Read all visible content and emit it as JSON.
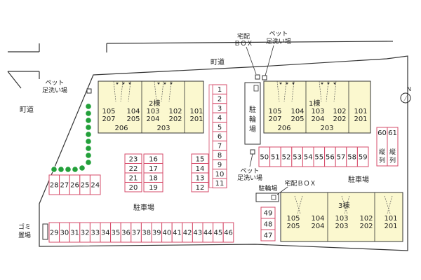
{
  "roads": {
    "top": "町道",
    "left": "町道"
  },
  "labels": {
    "pet_wash_topleft": [
      "ペット",
      "足洗い場"
    ],
    "pet_wash_top": [
      "ペット",
      "足洗い場"
    ],
    "pet_wash_mid": [
      "ペット",
      "足洗い場"
    ],
    "delivery_box_top": [
      "宅配",
      "ＢＯＸ"
    ],
    "delivery_box_mid": "宅配ＢＯＸ",
    "bicycle_parking_main": [
      "駐",
      "輪",
      "場"
    ],
    "bicycle_parking_small": "駐輪場",
    "parking_center": "駐車場",
    "parking_right": "駐車場",
    "garbage": [
      "ゴミ",
      "置場"
    ],
    "vertical_parking": [
      "縦",
      "列"
    ]
  },
  "buildings": {
    "building2": {
      "name": "2棟",
      "upper_units": [
        "105",
        "104",
        "103",
        "102",
        "101"
      ],
      "lower_units": [
        "207",
        "205",
        "204",
        "202",
        "201"
      ],
      "extra_units": [
        "206",
        "203"
      ]
    },
    "building1": {
      "name": "1棟",
      "upper_units": [
        "105",
        "104",
        "103",
        "102",
        "101"
      ],
      "lower_units": [
        "207",
        "205",
        "204",
        "202",
        "201"
      ],
      "extra_units": [
        "206",
        "203"
      ]
    },
    "building3": {
      "name": "3棟",
      "upper_units": [
        "105",
        "104",
        "103",
        "102",
        "101"
      ],
      "lower_units": [
        "205",
        "204",
        "203",
        "202",
        "201"
      ]
    }
  },
  "parking": {
    "col_1_11": [
      "1",
      "2",
      "3",
      "4",
      "5",
      "6",
      "7",
      "8",
      "9",
      "10",
      "11"
    ],
    "col_12_15": [
      "15",
      "14",
      "13",
      "12"
    ],
    "col_16_19": [
      "16",
      "17",
      "18",
      "19"
    ],
    "col_20_23": [
      "23",
      "22",
      "21",
      "20"
    ],
    "row_24_28": [
      "28",
      "27",
      "26",
      "25",
      "24"
    ],
    "row_29_46": [
      "29",
      "30",
      "31",
      "32",
      "33",
      "34",
      "35",
      "36",
      "37",
      "38",
      "39",
      "40",
      "41",
      "42",
      "43",
      "44",
      "45",
      "46"
    ],
    "col_47_49": [
      "49",
      "48",
      "47"
    ],
    "row_50_59": [
      "50",
      "51",
      "52",
      "53",
      "54",
      "55",
      "56",
      "57",
      "58",
      "59"
    ],
    "col_60_61": [
      "60",
      "61"
    ]
  },
  "compass": "N",
  "colors": {
    "building_fill": "#fbf8cf",
    "parking_stroke": "#d64b6a",
    "tree_fill": "#23a03a",
    "line": "#333333"
  }
}
